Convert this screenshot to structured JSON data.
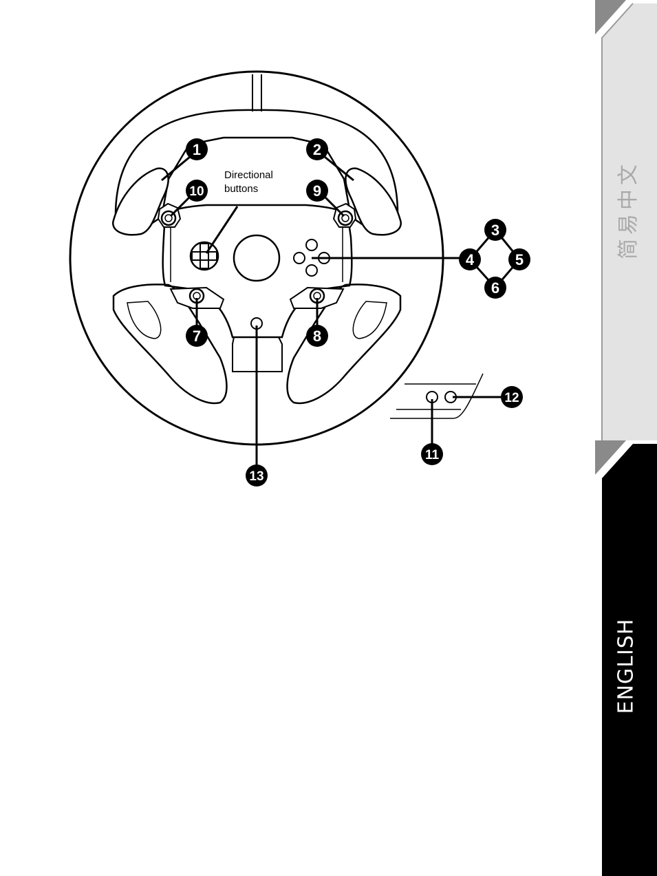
{
  "tabs": [
    {
      "label": "简易中文",
      "active": false
    },
    {
      "label": "ENGLISH",
      "active": true
    }
  ],
  "diagram": {
    "directional_label_line1": "Directional",
    "directional_label_line2": "buttons",
    "callouts": [
      "1",
      "2",
      "3",
      "4",
      "5",
      "6",
      "7",
      "8",
      "9",
      "10",
      "11",
      "12",
      "13"
    ]
  },
  "colors": {
    "tab_active_bg": "#000000",
    "tab_inactive_bg": "#e3e3e3",
    "tab_corner": "#8a8a8a",
    "line": "#000000"
  }
}
